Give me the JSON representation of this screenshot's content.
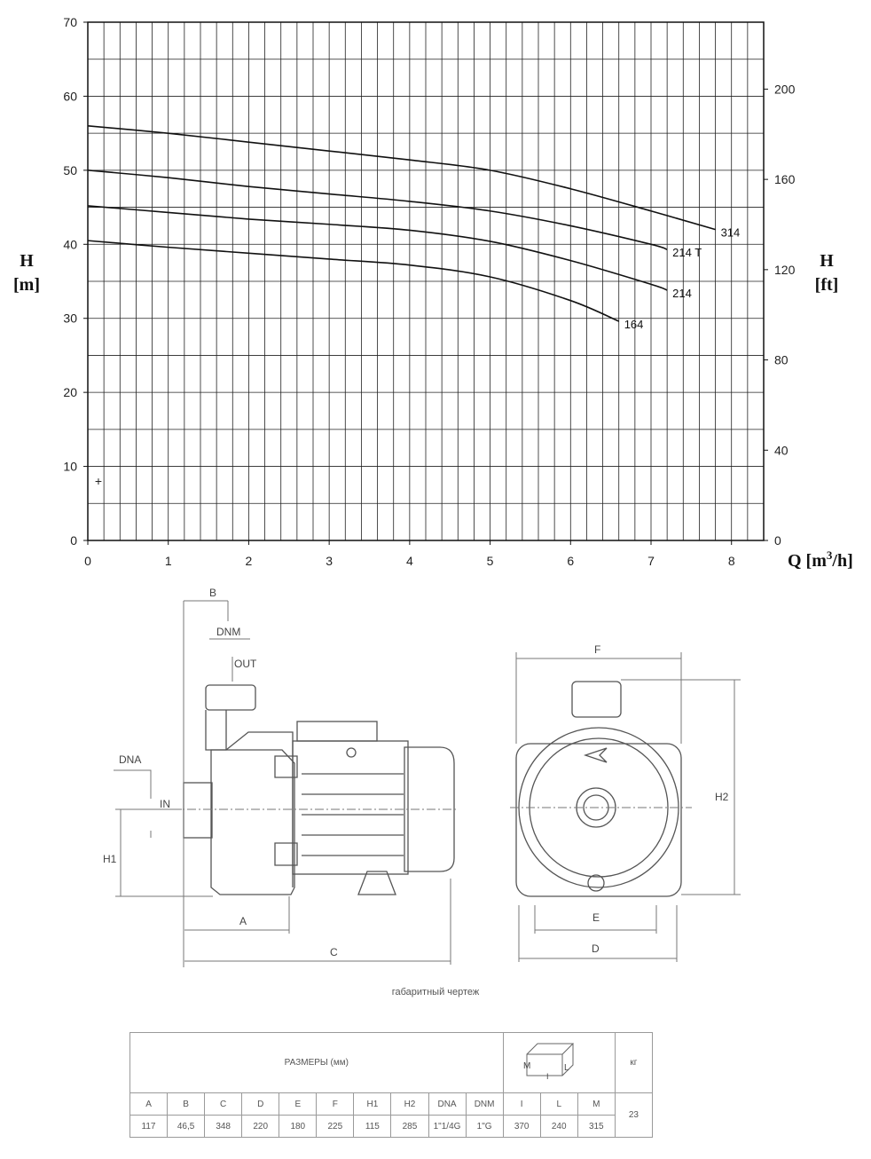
{
  "chart_data": {
    "type": "line",
    "xlabel": "Q [m³/h]",
    "ylabel": "H [m]",
    "ylabel_right": "H [ft]",
    "xlim": [
      0,
      8.4
    ],
    "ylim": [
      0,
      70
    ],
    "x_ticks": [
      0,
      1,
      2,
      3,
      4,
      5,
      6,
      7,
      8
    ],
    "y_ticks": [
      0,
      10,
      20,
      30,
      40,
      50,
      60,
      70
    ],
    "y_right_ticks": [
      0,
      40,
      80,
      120,
      160,
      200
    ],
    "grid": true,
    "point_marker": "+",
    "series": [
      {
        "name": "314",
        "x": [
          0,
          1,
          2,
          3,
          4,
          5,
          6,
          7,
          7.8
        ],
        "y": [
          56,
          55,
          53.8,
          52.6,
          51.4,
          50,
          47.5,
          44.5,
          42
        ]
      },
      {
        "name": "214 T",
        "x": [
          0,
          1,
          2,
          3,
          4,
          5,
          6,
          7,
          7.2
        ],
        "y": [
          50,
          49,
          47.8,
          46.8,
          45.8,
          44.5,
          42.5,
          40,
          39.3
        ]
      },
      {
        "name": "214",
        "x": [
          0,
          1,
          2,
          3,
          4,
          5,
          6,
          7,
          7.2
        ],
        "y": [
          45.2,
          44.3,
          43.4,
          42.7,
          41.9,
          40.4,
          37.8,
          34.6,
          33.8
        ]
      },
      {
        "name": "164",
        "x": [
          0,
          1,
          2,
          3,
          4,
          5,
          6,
          6.6
        ],
        "y": [
          40.5,
          39.6,
          38.8,
          38,
          37.2,
          35.6,
          32.4,
          29.6
        ]
      }
    ]
  },
  "drawing": {
    "caption": "габаритный чертеж",
    "labels": {
      "B": "B",
      "DNM": "DNM",
      "OUT": "OUT",
      "DNA": "DNA",
      "IN": "IN",
      "H1": "H1",
      "A": "A",
      "C": "C",
      "F": "F",
      "H2": "H2",
      "E": "E",
      "D": "D"
    }
  },
  "dimensions_table": {
    "title": "РАЗМЕРЫ (мм)",
    "box_labels": {
      "M": "M",
      "I": "I",
      "L": "L"
    },
    "weight_unit": "кг",
    "columns": [
      "A",
      "B",
      "C",
      "D",
      "E",
      "F",
      "H1",
      "H2",
      "DNA",
      "DNM",
      "I",
      "L",
      "M"
    ],
    "values": [
      "117",
      "46,5",
      "348",
      "220",
      "180",
      "225",
      "115",
      "285",
      "1\"1/4G",
      "1\"G",
      "370",
      "240",
      "315"
    ],
    "weight": "23"
  }
}
